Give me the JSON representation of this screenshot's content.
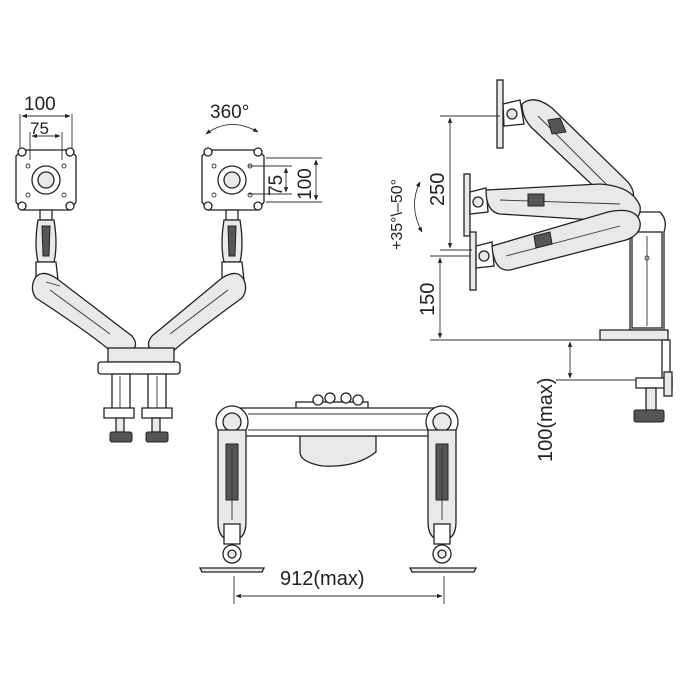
{
  "colors": {
    "line": "#222222",
    "fill": "#e9e9e9",
    "background": "#ffffff"
  },
  "front_view": {
    "vesa_outer": "100",
    "vesa_inner": "75",
    "rotation": "360°"
  },
  "right_monitor": {
    "vesa_height_inner": "75",
    "vesa_height_outer": "100"
  },
  "side_view": {
    "height_range": "250",
    "tilt_range": "+35°\\–50°",
    "base_height": "150",
    "clamp_range": "100(max)"
  },
  "top_view": {
    "width_max": "912(max)"
  }
}
